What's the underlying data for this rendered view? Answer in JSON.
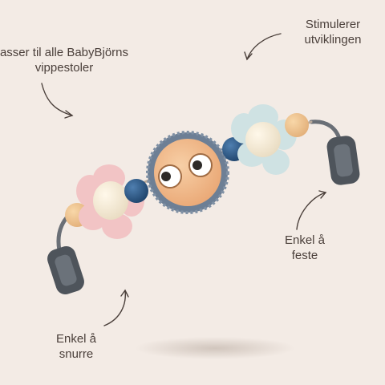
{
  "labels": {
    "compatibility": {
      "line1": "asser til alle BabyBjörns",
      "line2": "vippestoler"
    },
    "stimulates": {
      "line1": "Stimulerer",
      "line2": "utviklingen"
    },
    "easy_attach": {
      "line1": "Enkel å",
      "line2": "feste"
    },
    "easy_strap": {
      "line1": "Enkel å",
      "line2": "snurre"
    }
  },
  "icons": [
    "curved-arrow-icon",
    "flower-bead-icon",
    "bead-icon",
    "wooden-face-disc-icon",
    "clip-icon"
  ],
  "colors": {
    "background": "#f3ebe5",
    "text": "#4a3f3a",
    "pink_flower": "#f0c2c4",
    "mint_flower": "#cfe2e2",
    "navy_bead": "#2e5a87",
    "wood_disc": "#f0b889",
    "disc_rim": "#6d7f95",
    "frame": "#5a5f66"
  }
}
